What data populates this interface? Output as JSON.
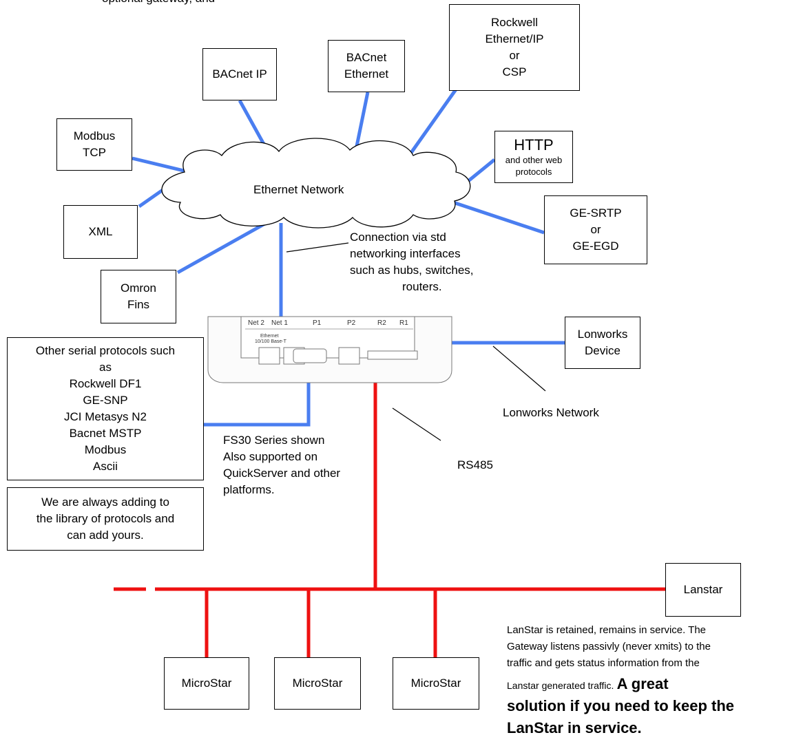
{
  "top_text": "optional gateway, and",
  "cloud_label": "Ethernet Network",
  "boxes": {
    "bacnet_ip": [
      "BACnet IP"
    ],
    "bacnet_ethernet": [
      "BACnet",
      "Ethernet"
    ],
    "rockwell": [
      "Rockwell",
      "Ethernet/IP",
      "or",
      "CSP"
    ],
    "modbus_tcp": [
      "Modbus",
      "TCP"
    ],
    "http": [
      "HTTP",
      "and other web",
      "protocols"
    ],
    "xml": [
      "XML"
    ],
    "ge": [
      "GE-SRTP",
      "or",
      "GE-EGD"
    ],
    "omron": [
      "Omron",
      "Fins"
    ],
    "lonworks_device": [
      "Lonworks",
      "Device"
    ],
    "serial": [
      "Other serial protocols such",
      "as",
      "Rockwell DF1",
      "GE-SNP",
      "JCI Metasys N2",
      "Bacnet MSTP",
      "Modbus",
      "Ascii"
    ],
    "library": [
      "We are always adding to",
      "the library of protocols and",
      "can add yours."
    ],
    "lanstar": [
      "Lanstar"
    ],
    "microstar_1": [
      "MicroStar"
    ],
    "microstar_2": [
      "MicroStar"
    ],
    "microstar_3": [
      "MicroStar"
    ]
  },
  "labels": {
    "connection": [
      "Connection via std",
      "networking interfaces",
      "such as hubs, switches,",
      "routers."
    ],
    "lonworks_network": "Lonworks Network",
    "fs30": [
      "FS30 Series shown",
      "Also supported on",
      "QuickServer and other",
      "platforms."
    ],
    "rs485": "RS485",
    "lanstar_note": [
      "LanStar is retained, remains in service. The",
      "Gateway listens passivly (never xmits) to the",
      "traffic and gets status information from the"
    ],
    "lanstar_note_last": "Lanstar generated traffic.",
    "lanstar_note_bold": "A great",
    "lanstar_bold_lines": [
      "solution if you need to keep the",
      "LanStar in service."
    ]
  },
  "device_panel": {
    "ports": [
      "Net 2",
      "Net 1",
      "P1",
      "P2",
      "R2",
      "R1"
    ],
    "ethernet_text": [
      "Ethernet",
      "10/100 Base-T"
    ]
  },
  "colors": {
    "ethernet": "#4a7ef0",
    "rs485": "#ee1111",
    "outline": "#000000"
  }
}
